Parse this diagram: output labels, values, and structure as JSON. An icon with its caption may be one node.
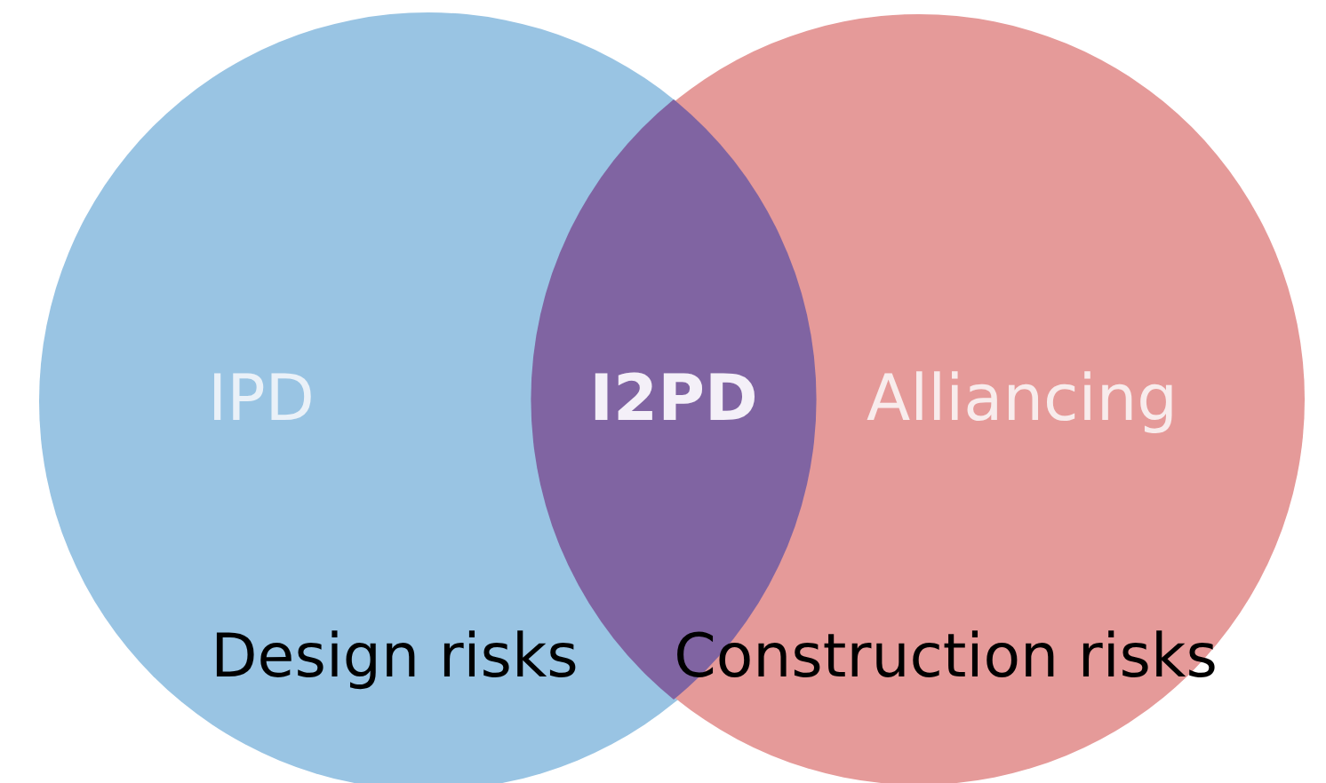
{
  "diagram": {
    "nodes": [
      {
        "text": [
          "IPD"
        ]
      },
      {
        "text": [
          "Alliancing"
        ]
      },
      {
        "text": [
          "I2PD"
        ]
      }
    ],
    "labels": [
      "Design risks",
      "Construction risks"
    ]
  }
}
